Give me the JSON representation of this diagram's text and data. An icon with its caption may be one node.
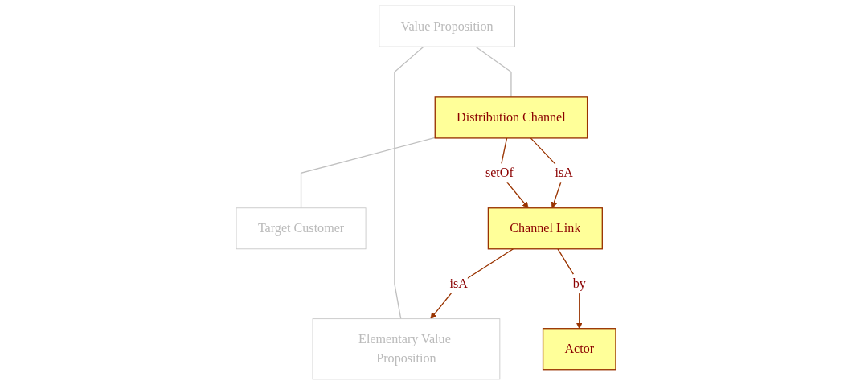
{
  "diagram": {
    "nodes": [
      {
        "text": [
          "Value Proposition"
        ]
      },
      {
        "text": [
          "Distribution Channel"
        ]
      },
      {
        "text": [
          "Target Customer"
        ]
      },
      {
        "text": [
          "Elementary Value Proposition"
        ]
      },
      {
        "text": [
          "Channel Link"
        ]
      },
      {
        "text": [
          "Actor"
        ]
      }
    ],
    "edges": [
      {
        "from": 0,
        "to": 1,
        "arrow": "none",
        "color": "#c0c0c0"
      },
      {
        "from": 1,
        "to": 2,
        "arrow": "none",
        "color": "#c0c0c0"
      },
      {
        "from": 0,
        "to": 3,
        "arrow": "none",
        "color": "#c0c0c0"
      },
      {
        "from": 1,
        "to": 4,
        "arrow": "to",
        "label": "setOf"
      },
      {
        "from": 1,
        "to": 4,
        "arrow": "to",
        "label": "isA"
      },
      {
        "from": 4,
        "to": 3,
        "arrow": "to",
        "label": "isA"
      },
      {
        "from": 4,
        "to": 5,
        "arrow": "to",
        "label": "by"
      }
    ]
  }
}
